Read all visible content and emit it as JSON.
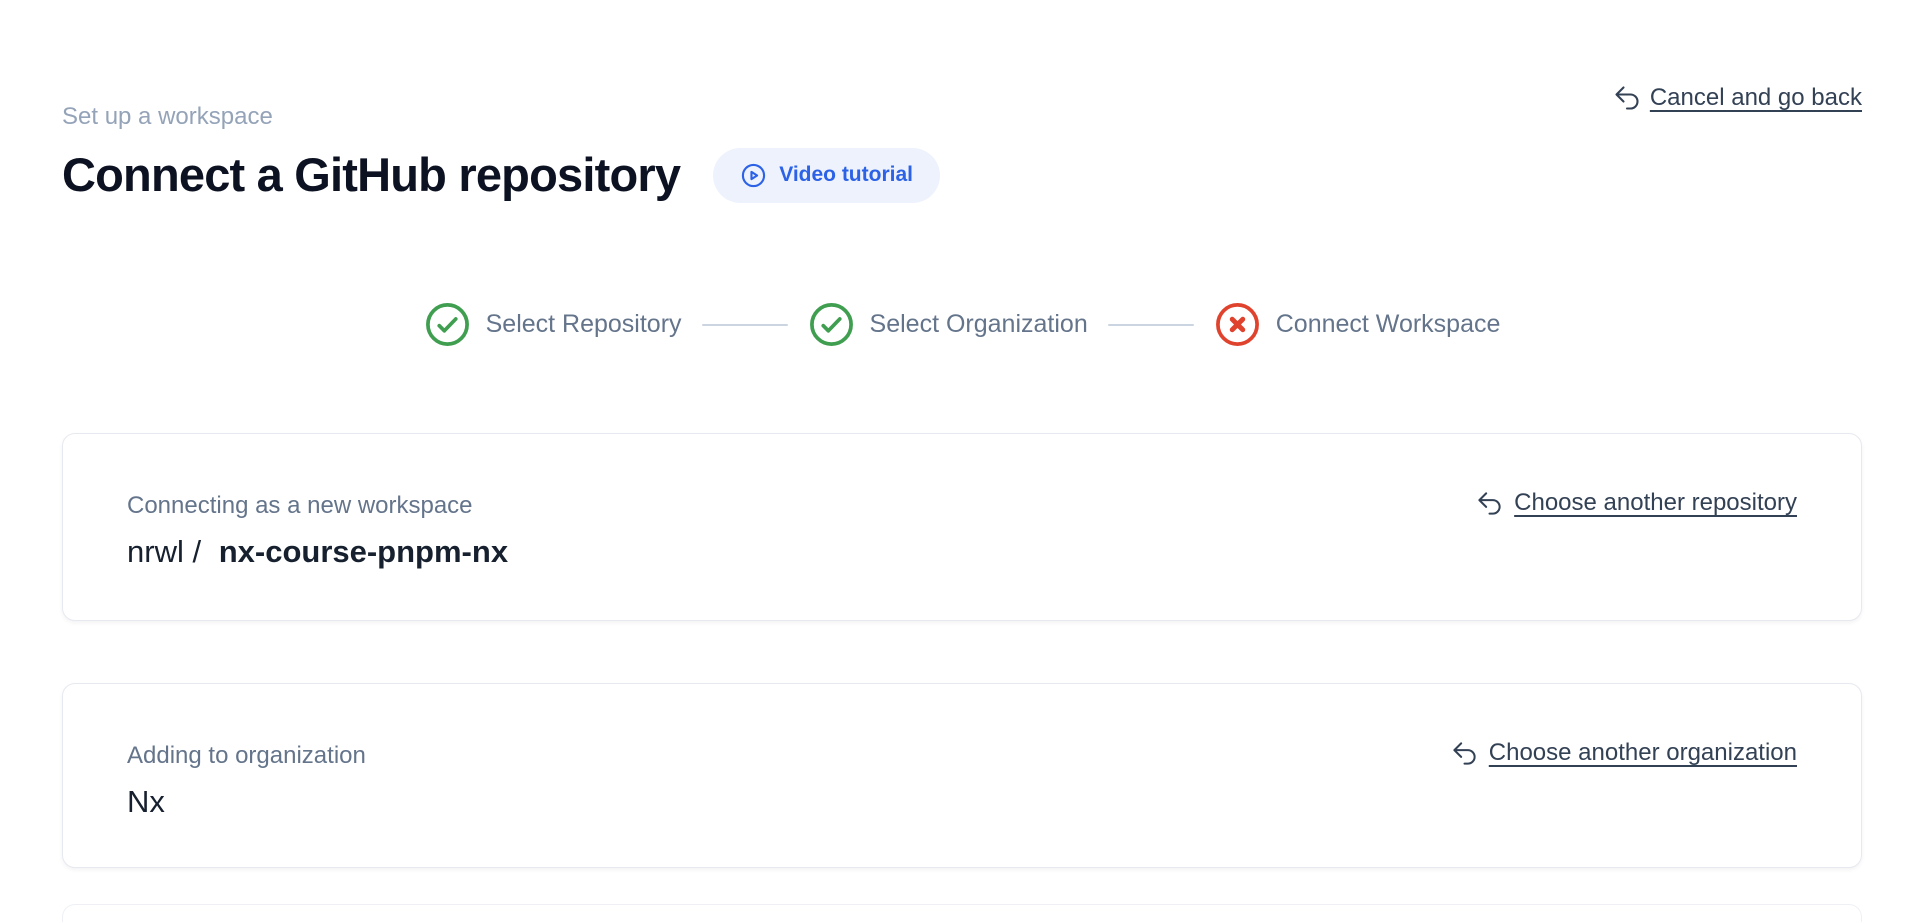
{
  "header": {
    "eyebrow": "Set up a workspace",
    "title": "Connect a GitHub repository",
    "video_tutorial_label": "Video tutorial",
    "cancel_label": "Cancel and go back"
  },
  "stepper": {
    "steps": [
      {
        "label": "Select Repository",
        "status": "complete",
        "icon": "check-circle"
      },
      {
        "label": "Select Organization",
        "status": "complete",
        "icon": "check-circle"
      },
      {
        "label": "Connect Workspace",
        "status": "error",
        "icon": "x-circle"
      }
    ]
  },
  "repository_card": {
    "label": "Connecting as a new workspace",
    "owner": "nrwl /",
    "repo_name": "nx-course-pnpm-nx",
    "action_label": "Choose another repository"
  },
  "organization_card": {
    "label": "Adding to organization",
    "name": "Nx",
    "action_label": "Choose another organization"
  },
  "colors": {
    "accent_blue": "#2c63e6",
    "accent_blue_bg": "#edf2fd",
    "success_green": "#3f9e4f",
    "error_red": "#e0432d",
    "link_dark": "#334155",
    "muted_text": "#94a3b8"
  }
}
